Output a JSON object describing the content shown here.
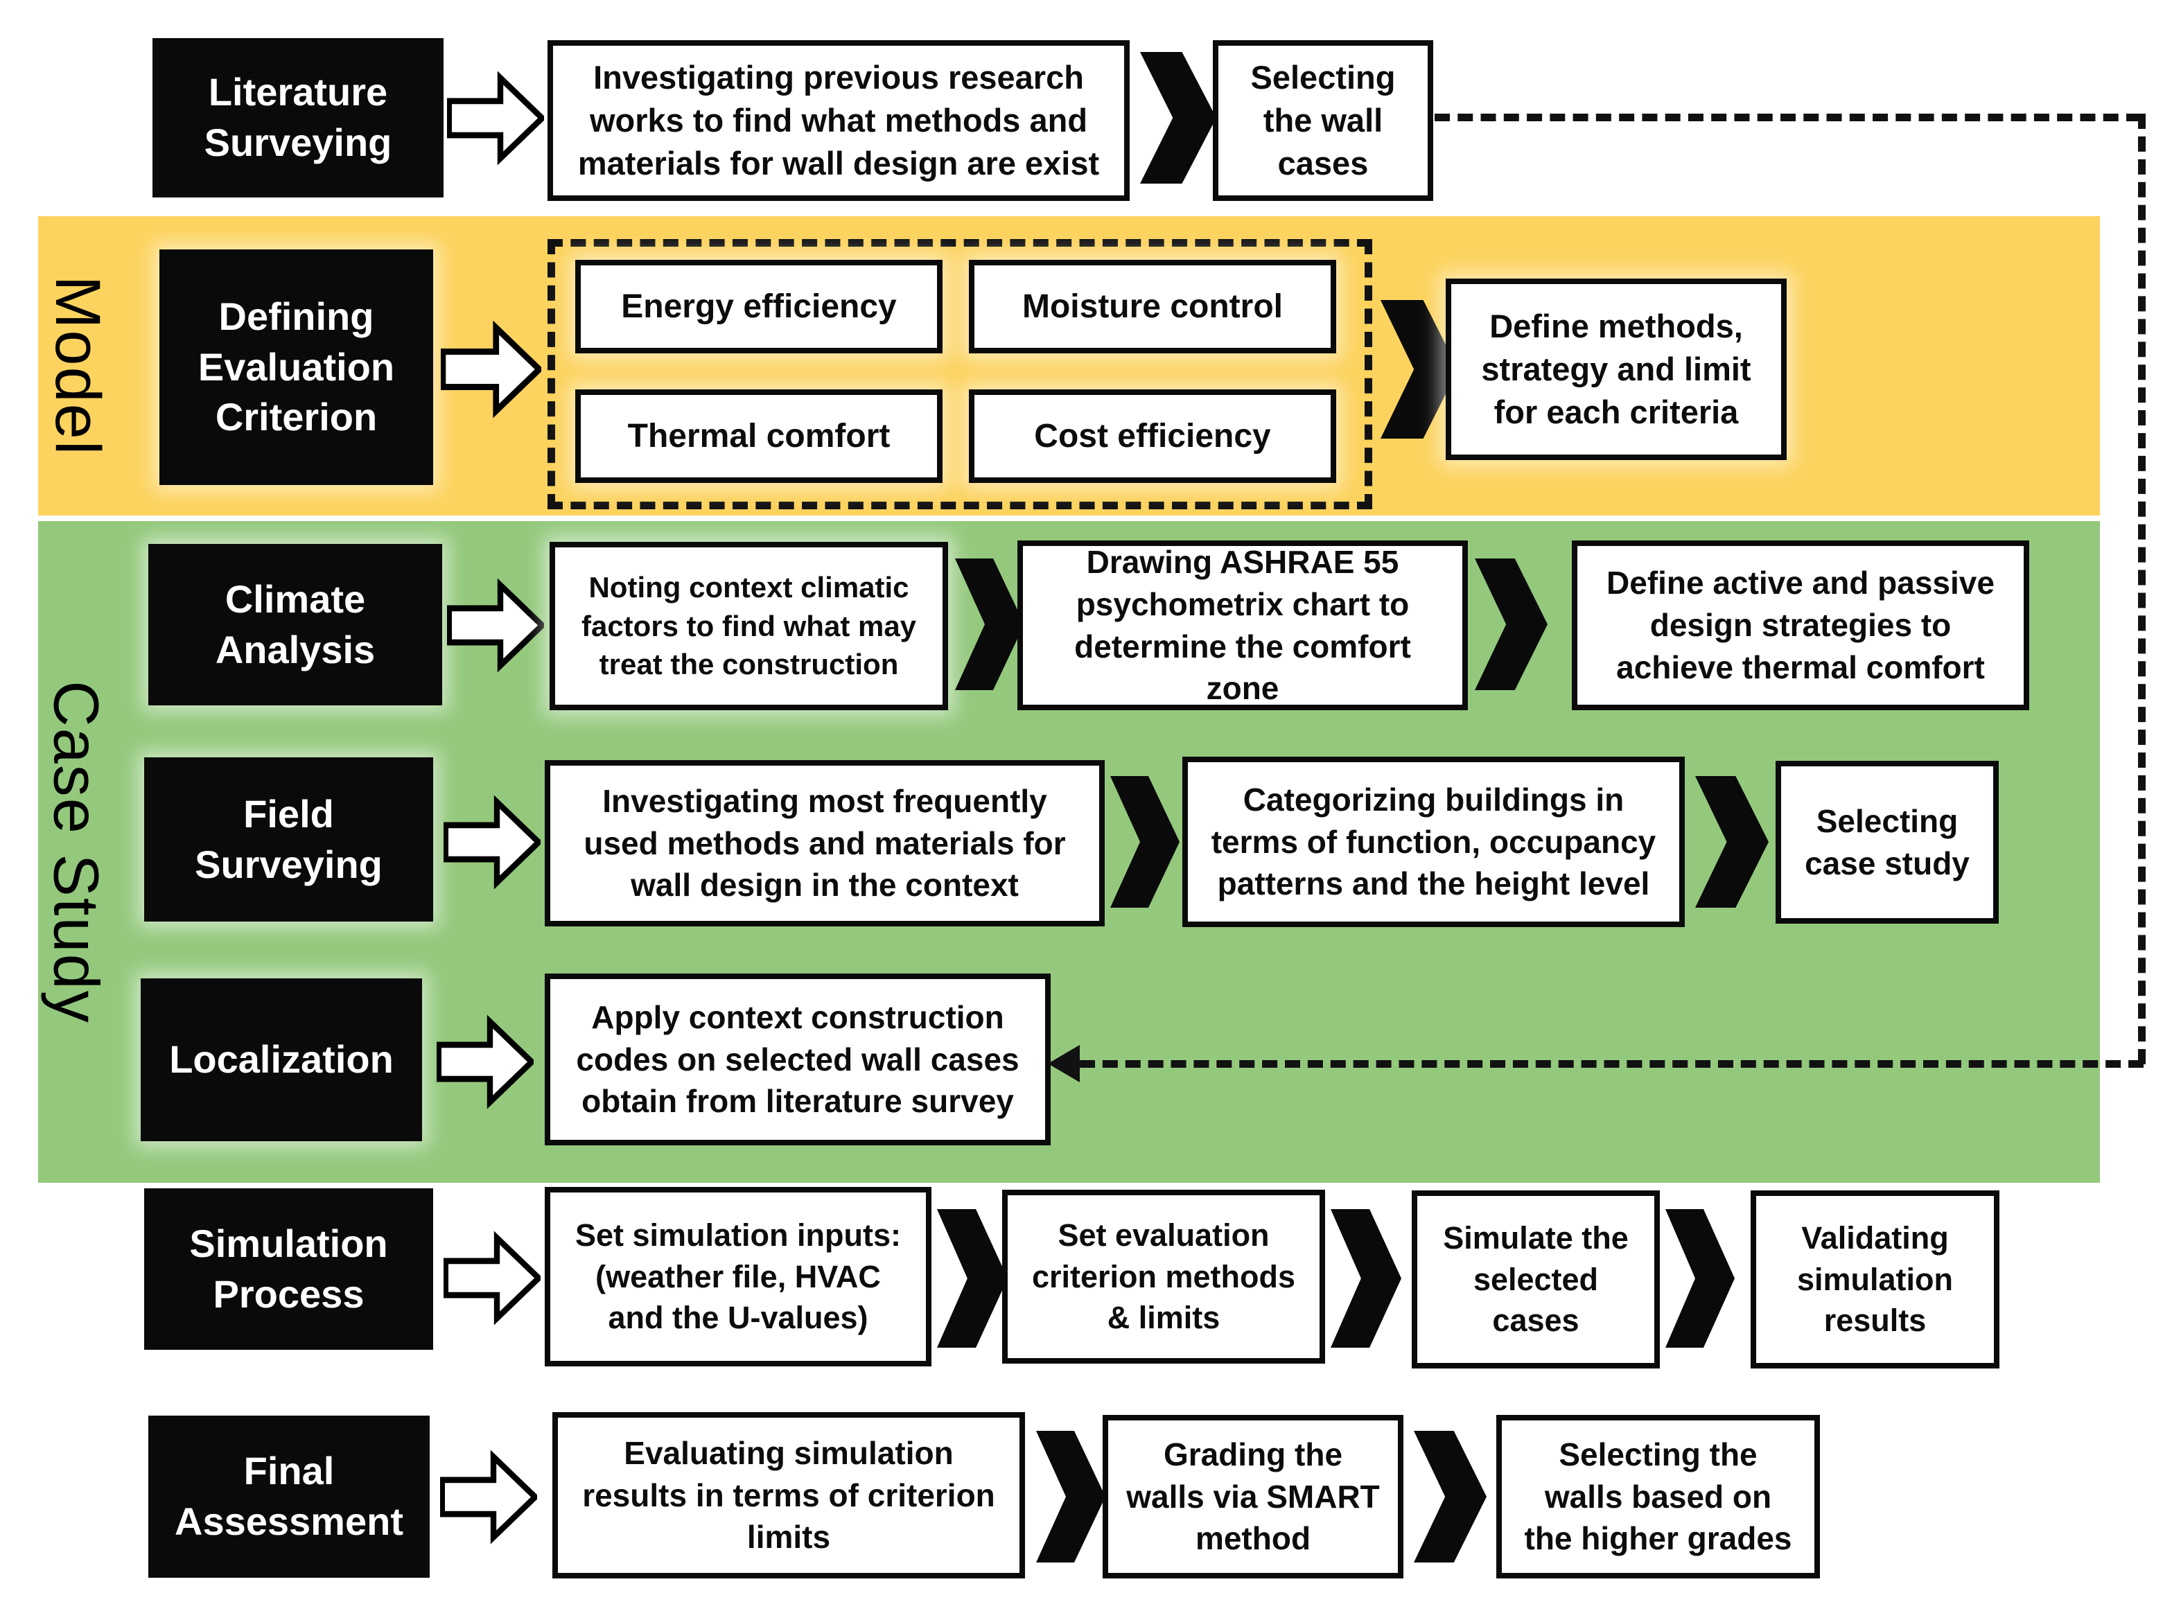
{
  "colors": {
    "model_band": "#fcd35e",
    "case_band": "#94c97d",
    "stage_bg": "#0a0a0a",
    "stage_text": "#ffffff",
    "line": "#111111"
  },
  "section_labels": {
    "model": "Model",
    "case_study": "Case Study"
  },
  "stages": {
    "literature": {
      "label": "Literature Surveying",
      "steps": [
        "Investigating previous research works to find what methods and materials for wall design are exist",
        "Selecting the wall cases"
      ]
    },
    "criterion": {
      "label": "Defining Evaluation Criterion",
      "criteria": [
        "Energy efficiency",
        "Moisture control",
        "Thermal comfort",
        "Cost efficiency"
      ],
      "steps": [
        "Define methods, strategy and limit for each criteria"
      ]
    },
    "climate": {
      "label": "Climate Analysis",
      "steps": [
        "Noting context climatic factors to find what may treat the construction",
        "Drawing ASHRAE 55 psychometrix chart to determine the comfort zone",
        "Define active and passive design strategies to achieve thermal comfort"
      ]
    },
    "field": {
      "label": "Field Surveying",
      "steps": [
        "Investigating most frequently used methods and materials for wall design in the context",
        "Categorizing buildings in terms of function, occupancy patterns and the height level",
        "Selecting case study"
      ]
    },
    "localization": {
      "label": "Localization",
      "steps": [
        "Apply context construction codes on selected wall cases obtain from literature survey"
      ]
    },
    "simulation": {
      "label": "Simulation Process",
      "steps": [
        "Set simulation inputs: (weather file, HVAC and the U-values)",
        "Set evaluation criterion methods & limits",
        "Simulate the selected cases",
        "Validating simulation results"
      ]
    },
    "final": {
      "label": "Final Assessment",
      "steps": [
        "Evaluating simulation results in terms of criterion limits",
        "Grading the walls via SMART method",
        "Selecting the walls based on the higher grades"
      ]
    }
  }
}
